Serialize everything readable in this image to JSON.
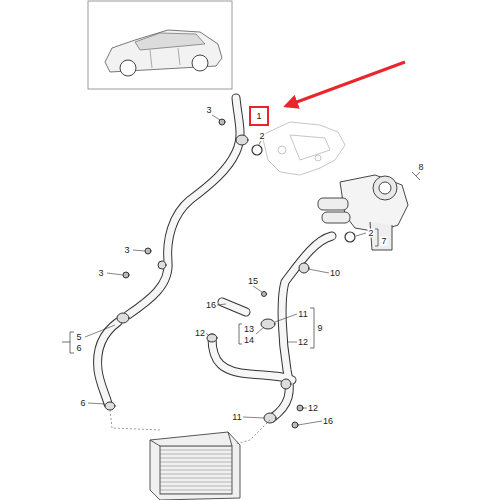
{
  "diagram": {
    "nodes": [
      {
        "text": [
          "1"
        ]
      }
    ],
    "labels": [
      "3",
      "2",
      "8",
      "2",
      "7",
      "3",
      "3",
      "15",
      "10",
      "16",
      "12",
      "13",
      "14",
      "11",
      "9",
      "12",
      "5",
      "6",
      "6",
      "11",
      "12",
      "16"
    ]
  }
}
